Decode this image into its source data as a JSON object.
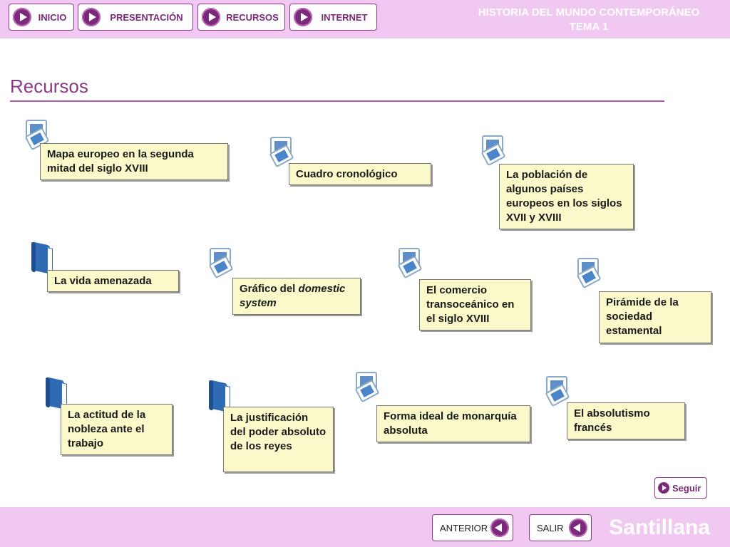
{
  "nav": {
    "inicio": "INICIO",
    "presentacion": "PRESENTACIÓN",
    "recursos": "RECURSOS",
    "internet": "INTERNET"
  },
  "header": {
    "line1": "HISTORIA DEL MUNDO CONTEMPORÁNEO",
    "line2": "TEMA 1"
  },
  "page": {
    "title": "Recursos"
  },
  "resources": {
    "mapa": "Mapa europeo en la segunda mitad del siglo XVIII",
    "cuadro": "Cuadro cronológico",
    "poblacion": "La población de algunos países europeos en los siglos XVII y XVIII",
    "vida": "La vida amenazada",
    "grafico_prefix": "Gráfico del ",
    "grafico_em": "domestic system",
    "comercio": "El comercio transoceánico en el siglo XVIII",
    "piramide": "Pirámide de la sociedad estamental",
    "nobleza": "La actitud de la nobleza ante el trabajo",
    "justificacion": "La justificación del poder absoluto de los reyes",
    "forma": "Forma ideal de monarquía absoluta",
    "absolutismo": "El absolutismo francés"
  },
  "footer": {
    "seguir": "Seguir",
    "anterior": "ANTERIOR",
    "salir": "SALIR",
    "brand": "Santillana"
  },
  "icons": {
    "screen": "screen-resource-icon",
    "book": "book-icon",
    "play": "play-icon",
    "back": "back-icon"
  },
  "colors": {
    "bar": "#f0c8f2",
    "accent": "#7a2a79",
    "card": "#fbf9c9",
    "icon_blue": "#4a84c9"
  }
}
